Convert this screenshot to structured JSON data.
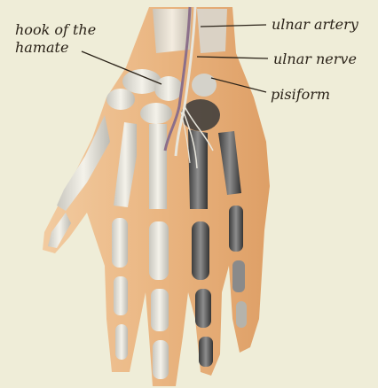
{
  "labels": {
    "hook_of_hamate": "hook of the hamate",
    "ulnar_artery": "ulnar artery",
    "ulnar_nerve": "ulnar nerve",
    "pisiform": "pisiform"
  },
  "colors": {
    "background": "#efedd8",
    "skin": "#e9b47c",
    "bone": "#eceae2",
    "bone_dark": "#5a5a5a",
    "leader": "#2a2218"
  }
}
